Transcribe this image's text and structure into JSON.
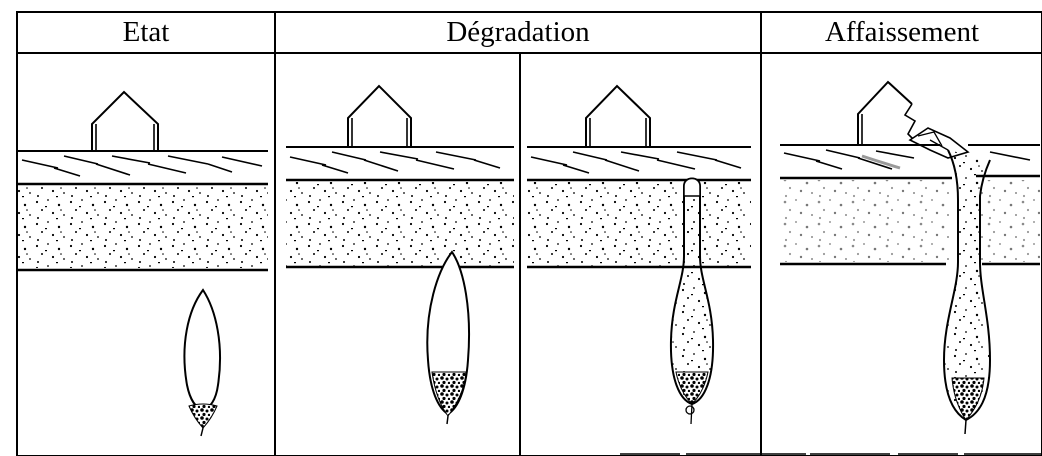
{
  "headers": {
    "etat": "Etat",
    "degradation": "Dégradation",
    "affaissement": "Affaissement"
  },
  "colors": {
    "line": "#000000",
    "background": "#ffffff",
    "blur": "#9a9a9a"
  }
}
